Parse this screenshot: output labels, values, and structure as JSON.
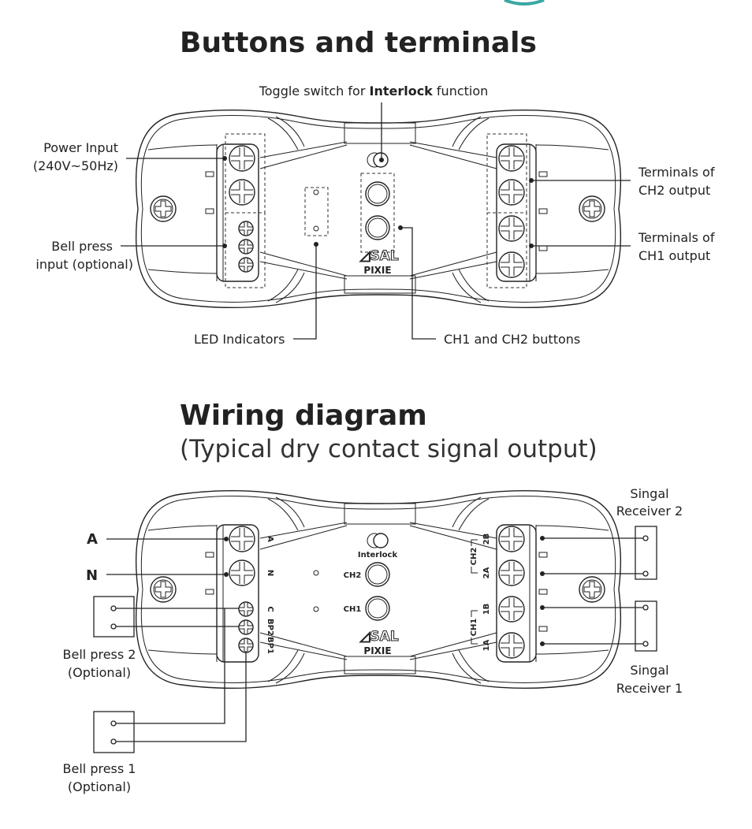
{
  "section1": {
    "title": "Buttons and terminals",
    "toggle_label_pre": "Toggle switch for ",
    "toggle_label_bold": "Interlock",
    "toggle_label_post": " function",
    "power_input": [
      "Power Input",
      "(240V~50Hz)"
    ],
    "bell_press_input": [
      "Bell press",
      "input (optional)"
    ],
    "ch2_terminals": [
      "Terminals of",
      "CH2 output"
    ],
    "ch1_terminals": [
      "Terminals of",
      "CH1 output"
    ],
    "led_indicators": "LED Indicators",
    "buttons": "CH1 and CH2 buttons"
  },
  "device": {
    "brand": "SAL",
    "model": "PIXIE",
    "interlock": "Interlock",
    "ch1": "CH1",
    "ch2": "CH2",
    "left_terminals": [
      "A",
      "N",
      "C",
      "BP2",
      "BP1"
    ],
    "right_terminals": [
      "2B",
      "2A",
      "1B",
      "1A"
    ]
  },
  "section2": {
    "title": "Wiring diagram",
    "subtitle": "(Typical dry contact signal output)",
    "active": "A",
    "neutral": "N",
    "bell_press_2": [
      "Bell press 2",
      "(Optional)"
    ],
    "bell_press_1": [
      "Bell press 1",
      "(Optional)"
    ],
    "receiver_2": [
      "Singal",
      "Receiver 2"
    ],
    "receiver_1": [
      "Singal",
      "Receiver 1"
    ]
  },
  "colors": {
    "line": "#222222",
    "accent": "#3aa7a3"
  }
}
